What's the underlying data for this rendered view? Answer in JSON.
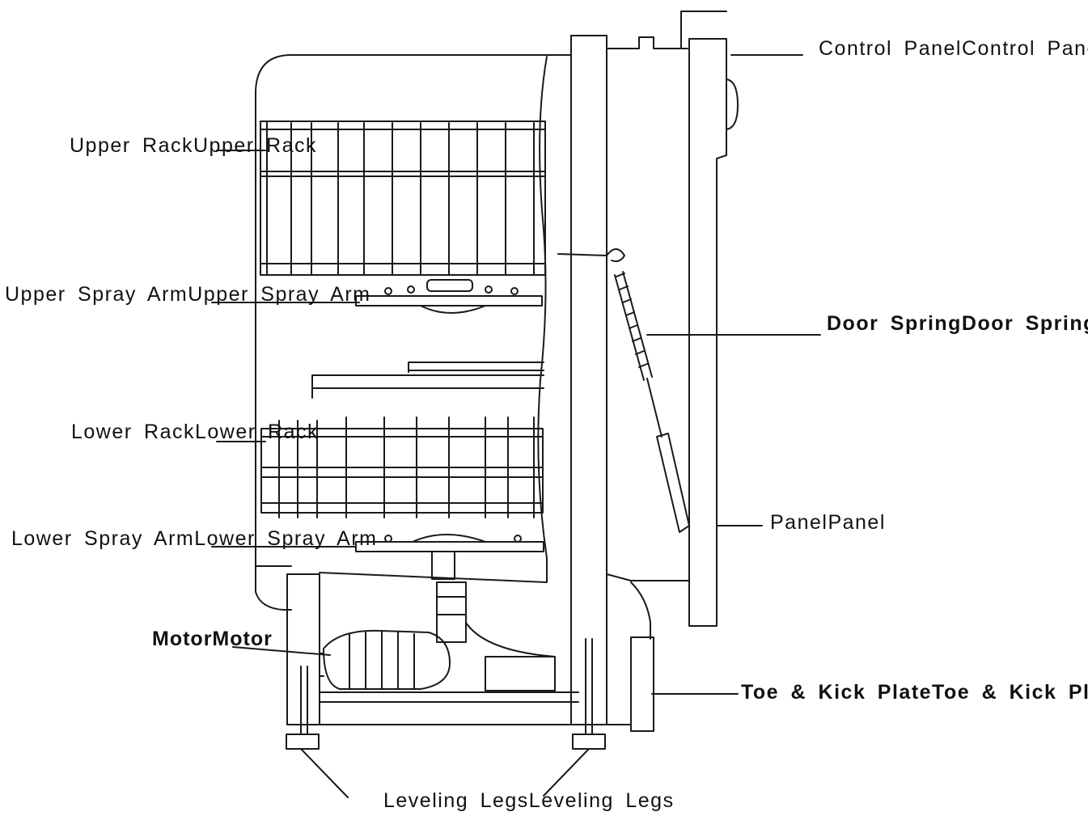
{
  "labels": {
    "control_panel": "Control PanelControl Panel",
    "upper_rack": "Upper RackUpper Rack",
    "upper_spray_arm": "Upper Spray ArmUpper Spray Arm",
    "door_spring": "Door SpringDoor Spring",
    "lower_rack": "Lower RackLower Rack",
    "panel": "PanelPanel",
    "lower_spray_arm": "Lower Spray ArmLower Spray Arm",
    "motor": "MotorMotor",
    "toe_kick_plate": "Toe & Kick PlateToe & Kick Plate",
    "leveling_legs": "Leveling LegsLeveling Legs"
  },
  "colors": {
    "line": "#1a1a1a",
    "background": "#ffffff"
  }
}
